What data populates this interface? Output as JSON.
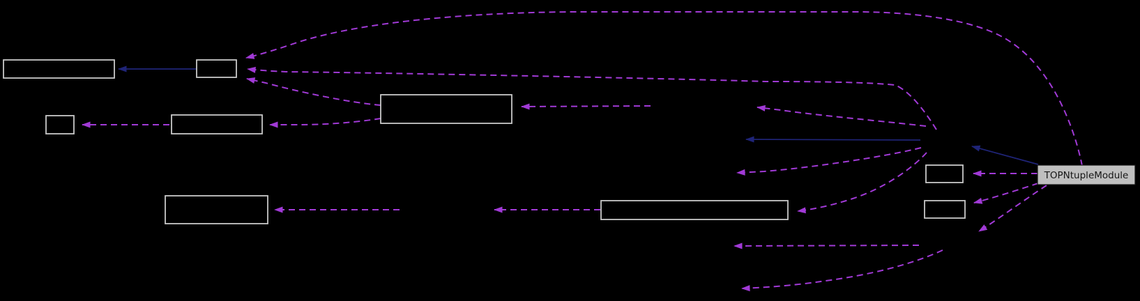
{
  "diagram": {
    "kind": "collaboration-graph",
    "background_color": "#000000",
    "main_node": {
      "id": "TOPNtupleModule",
      "label": "TOPNtupleModule",
      "fill": "#bfbfbf",
      "border_color": "#161616",
      "text_color": "#161616"
    },
    "style": {
      "dependency_edge_color": "#a13ad6",
      "dependency_edge_style": "dashed",
      "inheritance_edge_color": "#1f2478",
      "inheritance_edge_style": "solid",
      "node_border_color": "#c9c9c9",
      "node_fill": "#000000"
    },
    "nodes": [
      {
        "id": "box-top-left-wide",
        "label": ""
      },
      {
        "id": "box-top-small",
        "label": ""
      },
      {
        "id": "box-upper-middle",
        "label": ""
      },
      {
        "id": "box-left-tiny",
        "label": ""
      },
      {
        "id": "box-mid-left",
        "label": ""
      },
      {
        "id": "box-lower-left",
        "label": ""
      },
      {
        "id": "box-lower-middle-wide",
        "label": ""
      },
      {
        "id": "box-right-small-upper",
        "label": ""
      },
      {
        "id": "box-right-small-lower",
        "label": ""
      }
    ],
    "hidden_nodes": [
      {
        "id": "hub"
      },
      {
        "id": "base-left"
      },
      {
        "id": "mid-right"
      },
      {
        "id": "mid-bottom"
      },
      {
        "id": "right-mid"
      },
      {
        "id": "lower-right"
      },
      {
        "id": "bottom-left-a"
      },
      {
        "id": "bottom-left-b"
      }
    ],
    "edges": [
      {
        "from": "box-top-small",
        "to": "box-top-left-wide",
        "type": "inheritance",
        "style": "solid"
      },
      {
        "from": "hub",
        "to": "base-left",
        "type": "inheritance",
        "style": "solid"
      },
      {
        "from": "TOPNtupleModule",
        "to": "hub",
        "type": "inheritance",
        "style": "solid"
      },
      {
        "from": "TOPNtupleModule",
        "to": "box-top-small",
        "type": "dependency",
        "style": "dashed"
      },
      {
        "from": "hub",
        "to": "box-top-small",
        "type": "dependency",
        "style": "dashed"
      },
      {
        "from": "hub",
        "to": "mid-right",
        "type": "dependency",
        "style": "dashed"
      },
      {
        "from": "mid-right",
        "to": "box-upper-middle",
        "type": "dependency",
        "style": "dashed"
      },
      {
        "from": "hub",
        "to": "right-mid",
        "type": "dependency",
        "style": "dashed"
      },
      {
        "from": "hub",
        "to": "box-lower-middle-wide",
        "type": "dependency",
        "style": "dashed"
      },
      {
        "from": "TOPNtupleModule",
        "to": "box-right-small-upper",
        "type": "dependency",
        "style": "dashed"
      },
      {
        "from": "TOPNtupleModule",
        "to": "box-right-small-lower",
        "type": "dependency",
        "style": "dashed"
      },
      {
        "from": "TOPNtupleModule",
        "to": "lower-right",
        "type": "dependency",
        "style": "dashed"
      },
      {
        "from": "lower-right",
        "to": "bottom-left-a",
        "type": "dependency",
        "style": "dashed"
      },
      {
        "from": "lower-right",
        "to": "bottom-left-b",
        "type": "dependency",
        "style": "dashed"
      },
      {
        "from": "box-lower-middle-wide",
        "to": "mid-bottom",
        "type": "dependency",
        "style": "dashed"
      },
      {
        "from": "mid-bottom",
        "to": "box-lower-left",
        "type": "dependency",
        "style": "dashed"
      },
      {
        "from": "box-upper-middle",
        "to": "box-top-small",
        "type": "dependency",
        "style": "dashed"
      },
      {
        "from": "box-upper-middle",
        "to": "box-mid-left",
        "type": "dependency",
        "style": "dashed"
      },
      {
        "from": "box-mid-left",
        "to": "box-left-tiny",
        "type": "dependency",
        "style": "dashed"
      }
    ]
  }
}
